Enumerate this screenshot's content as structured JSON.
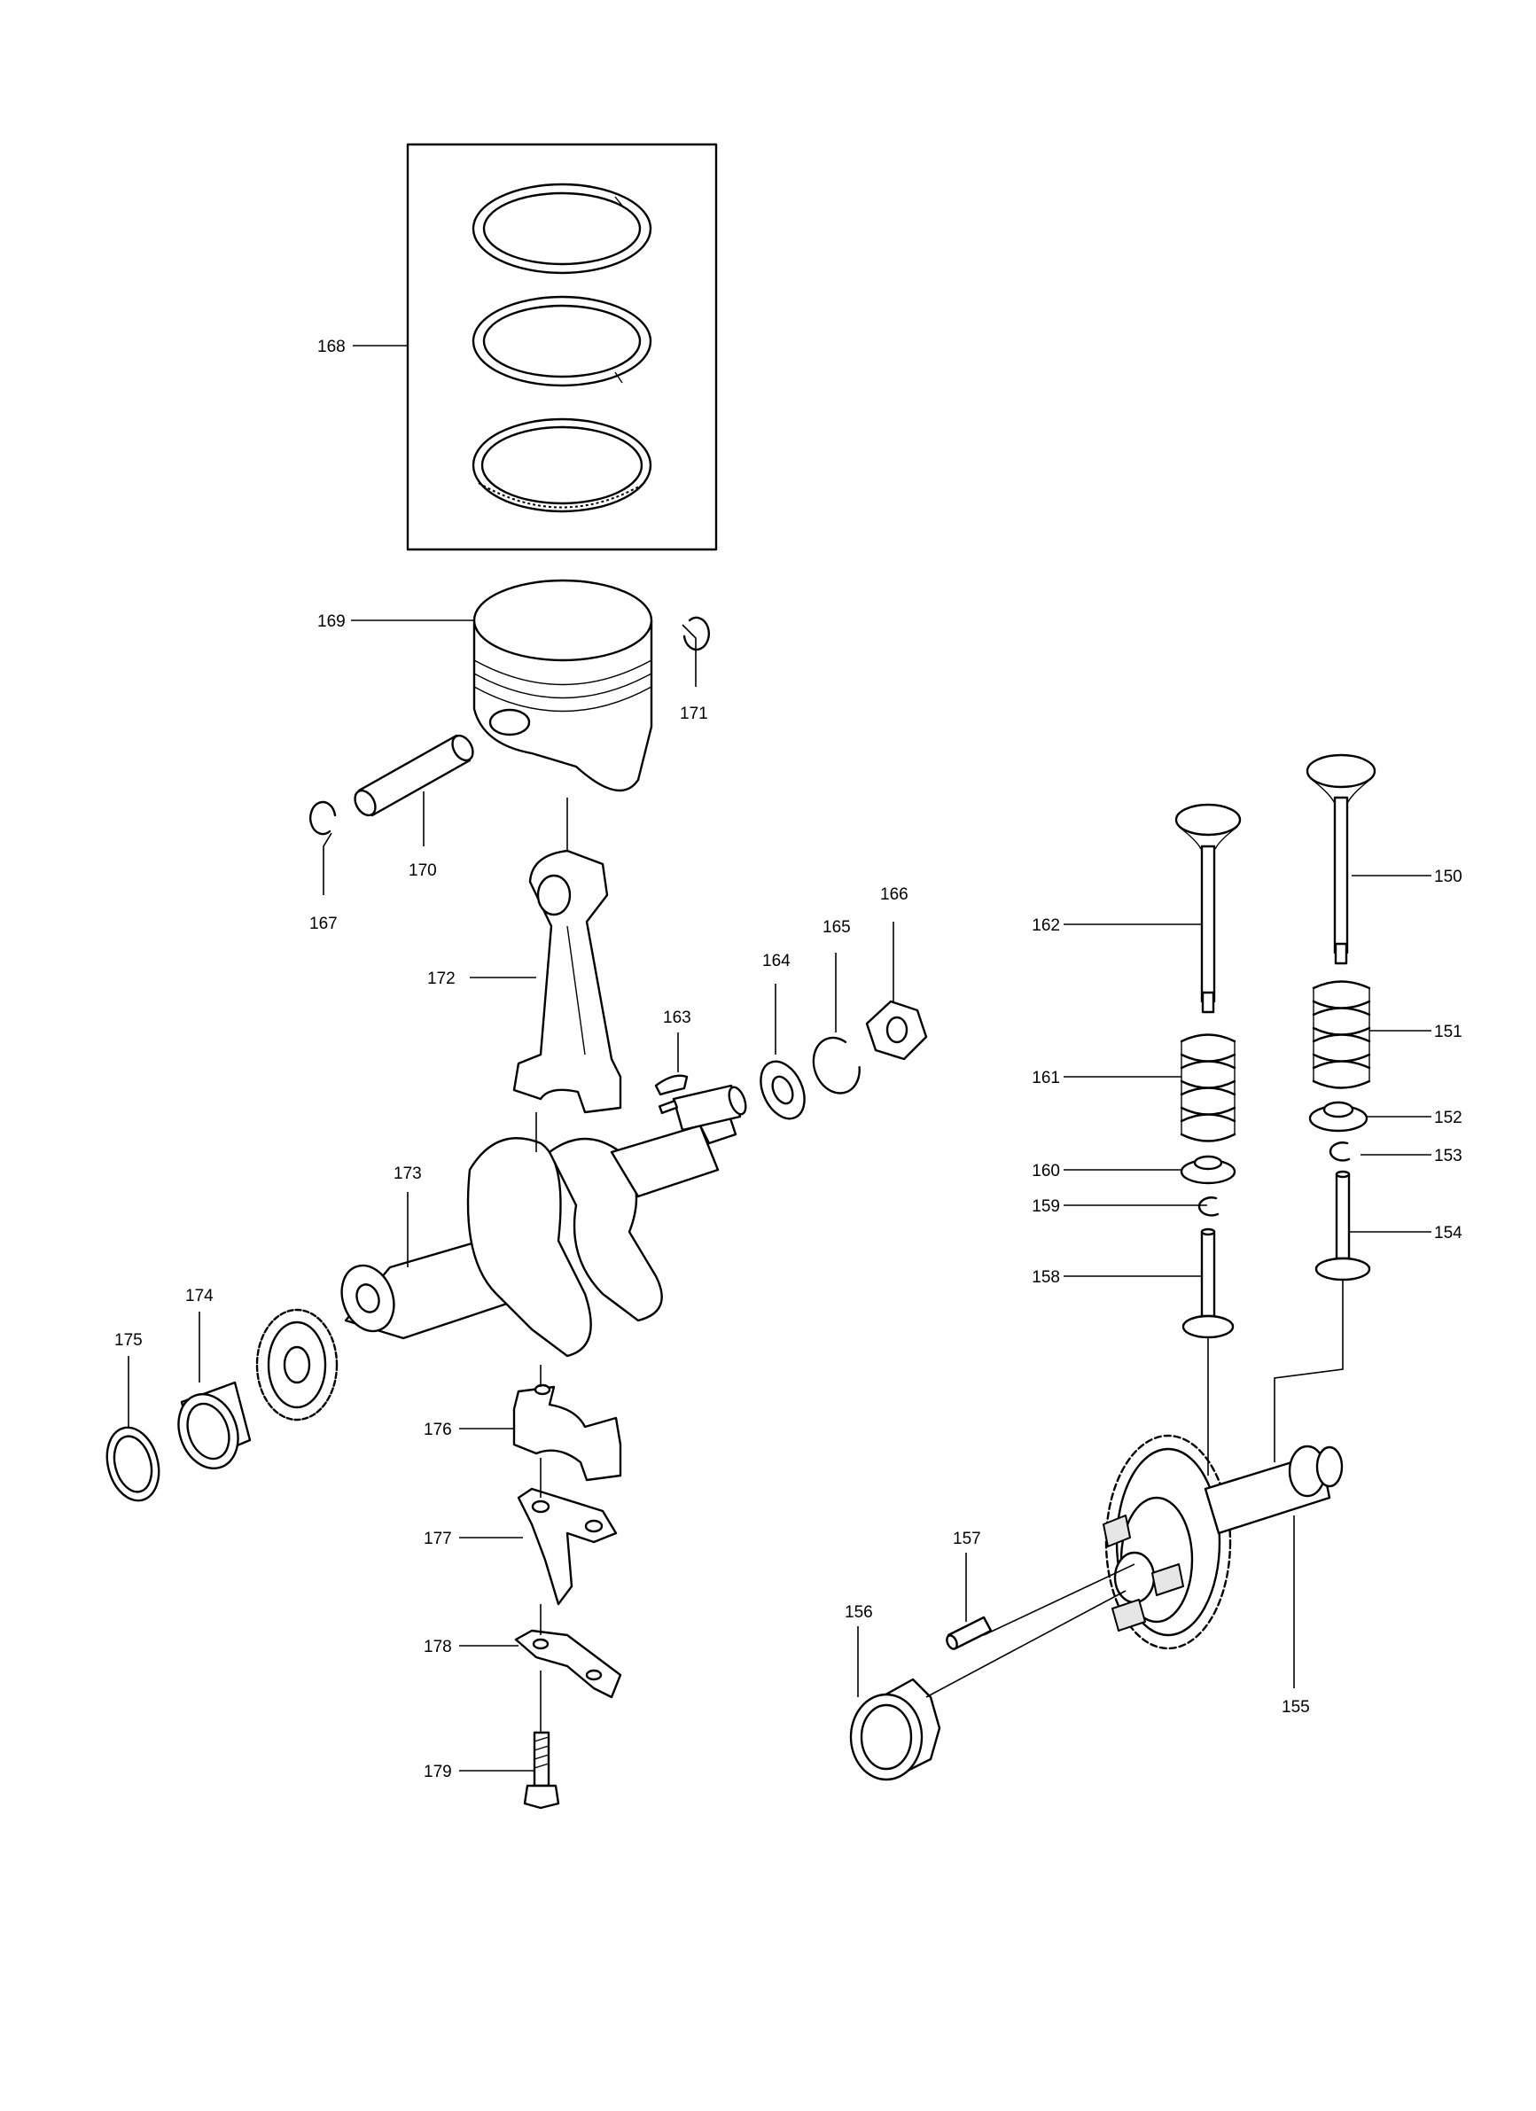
{
  "part_labels": {
    "p150": "150",
    "p151": "151",
    "p152": "152",
    "p153": "153",
    "p154": "154",
    "p155": "155",
    "p156": "156",
    "p157": "157",
    "p158": "158",
    "p159": "159",
    "p160": "160",
    "p161": "161",
    "p162": "162",
    "p163": "163",
    "p164": "164",
    "p165": "165",
    "p166": "166",
    "p167": "167",
    "p168": "168",
    "p169": "169",
    "p170": "170",
    "p171": "171",
    "p172": "172",
    "p173": "173",
    "p174": "174",
    "p175": "175",
    "p176": "176",
    "p177": "177",
    "p178": "178",
    "p179": "179"
  },
  "colors": {
    "line": "#000000",
    "background": "#ffffff"
  }
}
